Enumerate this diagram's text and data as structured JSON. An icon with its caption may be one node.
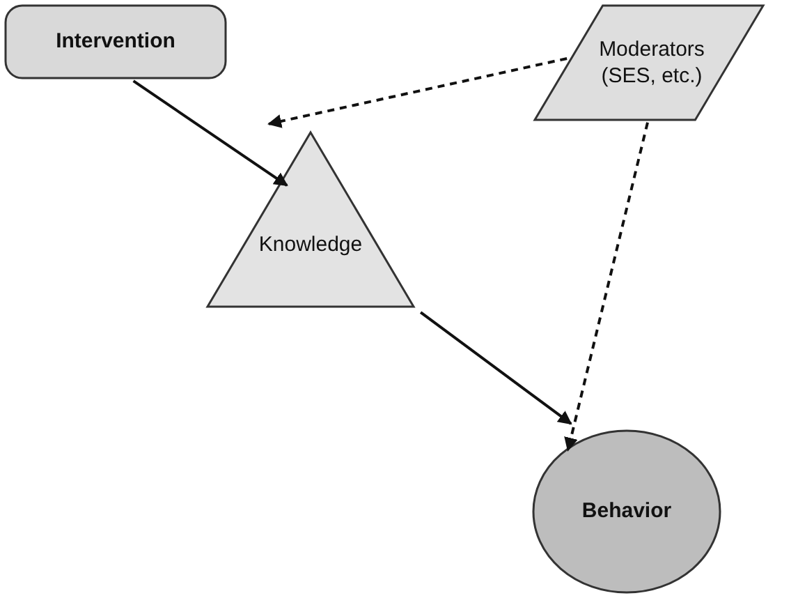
{
  "diagram": {
    "nodes": [
      {
        "text": [
          "Intervention"
        ]
      },
      {
        "text": [
          "Knowledge"
        ]
      },
      {
        "text": [
          "Moderators (SES, etc.)"
        ]
      },
      {
        "text": [
          "Behavior"
        ]
      }
    ],
    "edges": [
      {
        "from": 0,
        "to": 1,
        "arrow": "to"
      },
      {
        "from": 2,
        "to": 1,
        "arrow": "to",
        "style": "dashed"
      },
      {
        "from": 2,
        "to": 3,
        "arrow": "to",
        "style": "dashed"
      },
      {
        "from": 1,
        "to": 3,
        "arrow": "to"
      }
    ]
  }
}
